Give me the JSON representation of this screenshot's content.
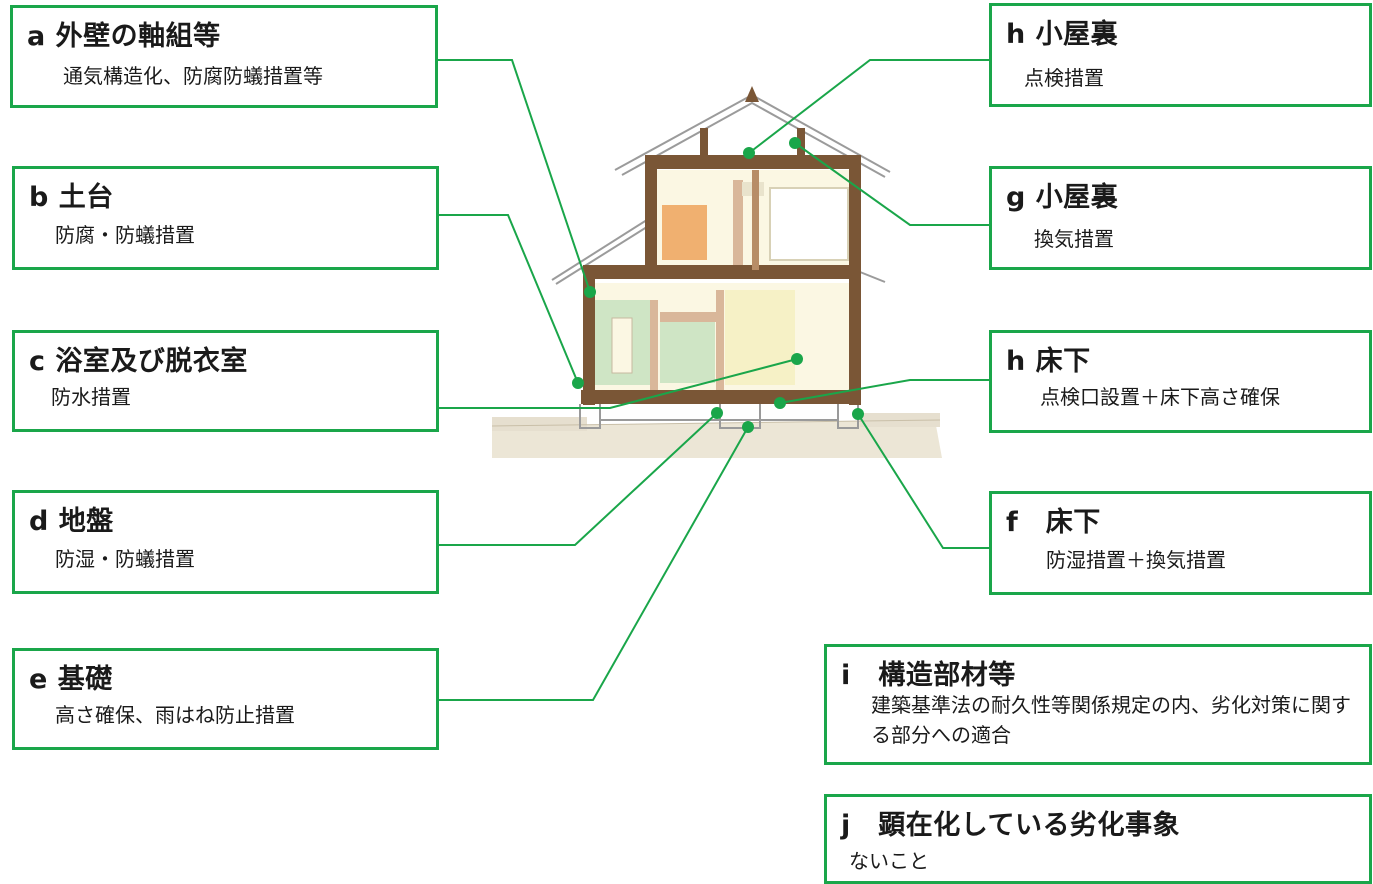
{
  "colors": {
    "accent_green": "#1aa64a",
    "timber_brown": "#7a5636",
    "interior_cream": "#fbf7e3"
  },
  "callouts": {
    "a": {
      "title": "a 外壁の軸組等",
      "desc": "通気構造化、防腐防蟻措置等"
    },
    "b": {
      "title": "b 土台",
      "desc": "防腐・防蟻措置"
    },
    "c": {
      "title": "c 浴室及び脱衣室",
      "desc": "防水措置"
    },
    "d": {
      "title": "d 地盤",
      "desc": "防湿・防蟻措置"
    },
    "e": {
      "title": "e 基礎",
      "desc": "高さ確保、雨はね防止措置"
    },
    "h_attic": {
      "title": "h 小屋裏",
      "desc": "点検措置"
    },
    "g": {
      "title": "g 小屋裏",
      "desc": "換気措置"
    },
    "h_floor": {
      "title": "h 床下",
      "desc": "点検口設置＋床下高さ確保"
    },
    "f": {
      "title": "f　床下",
      "desc": "防湿措置＋換気措置"
    },
    "i": {
      "title": "i　構造部材等",
      "desc": "建築基準法の耐久性等関係規定の内、劣化対策に関する部分への適合"
    },
    "j": {
      "title": "j　顕在化している劣化事象",
      "desc": "ないこと"
    }
  }
}
